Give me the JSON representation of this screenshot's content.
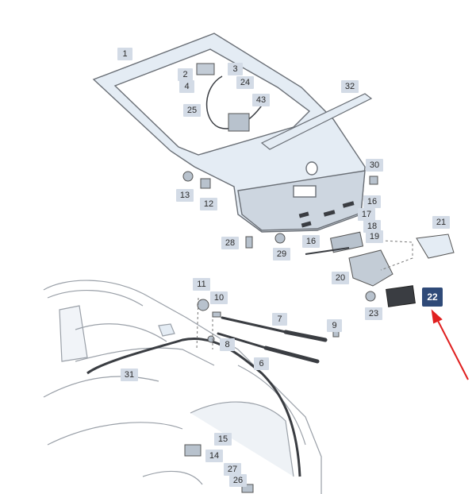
{
  "callouts": {
    "c1": "1",
    "c2": "2",
    "c3": "3",
    "c4": "4",
    "c6": "6",
    "c7": "7",
    "c8": "8",
    "c9": "9",
    "c10": "10",
    "c11": "11",
    "c12": "12",
    "c13": "13",
    "c14": "14",
    "c15": "15",
    "c16a": "16",
    "c16b": "16",
    "c17": "17",
    "c18": "18",
    "c19": "19",
    "c20": "20",
    "c21": "21",
    "c22": "22",
    "c23": "23",
    "c24": "24",
    "c25": "25",
    "c26": "26",
    "c27": "27",
    "c28": "28",
    "c29": "29",
    "c30": "30",
    "c31": "31",
    "c32": "32",
    "c43": "43"
  },
  "colors": {
    "part_fill": "#e4ecf4",
    "part_stroke": "#6a6f76",
    "callout_bg": "#d3dbe6",
    "highlight_bg": "#2f4a78",
    "arrow": "#e02020"
  }
}
